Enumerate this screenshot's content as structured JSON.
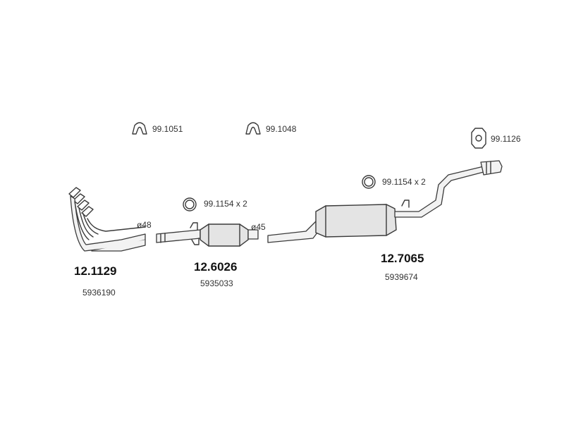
{
  "accessories": [
    {
      "code": "99.1051",
      "icon": "clamp-icon"
    },
    {
      "code": "99.1048",
      "icon": "clamp-icon"
    },
    {
      "code": "99.1126",
      "icon": "rubber-hanger-icon"
    },
    {
      "code": "99.1154 x 2",
      "icon": "gasket-ring-icon"
    },
    {
      "code": "99.1154 x 2",
      "icon": "gasket-ring-icon"
    }
  ],
  "parts": [
    {
      "number": "12.1129",
      "oe": "5936190",
      "diameter": "ø48"
    },
    {
      "number": "12.6026",
      "oe": "5935033",
      "diameter": "ø45"
    },
    {
      "number": "12.7065",
      "oe": "5939674"
    }
  ],
  "colors": {
    "line": "#3a3a3a",
    "fill": "#e4e4e4",
    "text": "#111111"
  }
}
